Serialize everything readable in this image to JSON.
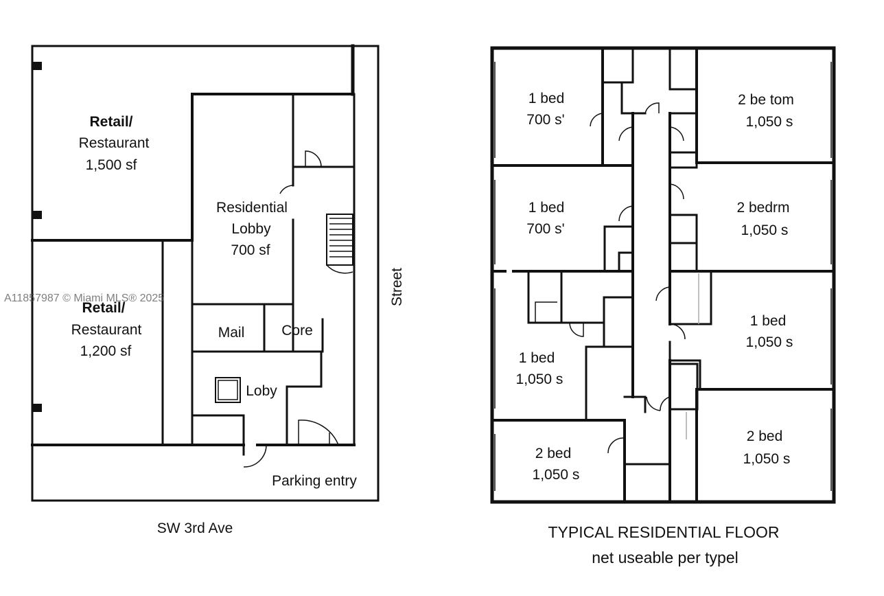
{
  "ground_floor": {
    "rooms": {
      "retail_1": {
        "line1": "Retail/",
        "line2": "Restaurant",
        "area": "1,500 sf"
      },
      "retail_2": {
        "line1": "Retail/",
        "line2": "Restaurant",
        "area": "1,200 sf"
      },
      "residential_lobby": {
        "line1": "Residential",
        "line2": "Lobby",
        "area": "700 sf"
      },
      "mail": "Mail",
      "core": "Core",
      "lobby": "Loby",
      "parking_entry": "Parking entry"
    },
    "street_label": "Street",
    "caption": "SW 3rd Ave"
  },
  "residential_floor": {
    "units": [
      {
        "type": "1 bed",
        "area": "700 s'"
      },
      {
        "type": "2 be tom",
        "area": "1,050 s"
      },
      {
        "type": "1 bed",
        "area": "700 s'"
      },
      {
        "type": "2 bedrm",
        "area": "1,050 s"
      },
      {
        "type": "1 bed",
        "area": "1,050 s"
      },
      {
        "type": "1 bed",
        "area": "1,050 s"
      },
      {
        "type": "2 bed",
        "area": "1,050 s"
      },
      {
        "type": "2 bed",
        "area": "1,050 s"
      }
    ],
    "caption_line1": "TYPICAL RESIDENTIAL FLOOR",
    "caption_line2": "net useable per typel"
  },
  "watermark": "A11857987 © Miami MLS® 2025"
}
